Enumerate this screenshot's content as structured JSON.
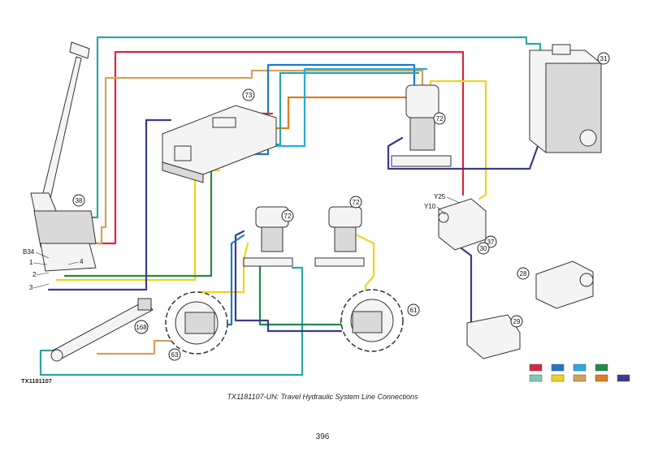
{
  "figure": {
    "id": "TX1181107",
    "caption": "TX1181107-UN: Travel Hydraulic System Line Connections",
    "page_number": "396"
  },
  "colors": {
    "red": "#d7263d",
    "blue": "#1e78c8",
    "light_blue": "#29a9e0",
    "green": "#1e8c45",
    "teal": "#7fc9b0",
    "yellow": "#f2d21b",
    "tan": "#d4a15a",
    "orange": "#e07b1e",
    "purple": "#3b3a8f",
    "dark_teal": "#2aa6a6"
  },
  "callouts": [
    {
      "id": "c31",
      "label": "31"
    },
    {
      "id": "c73",
      "label": "73"
    },
    {
      "id": "c72a",
      "label": "72"
    },
    {
      "id": "c38",
      "label": "38"
    },
    {
      "id": "c72b",
      "label": "72"
    },
    {
      "id": "c72c",
      "label": "72"
    },
    {
      "id": "c37",
      "label": "37"
    },
    {
      "id": "c30",
      "label": "30"
    },
    {
      "id": "c28",
      "label": "28"
    },
    {
      "id": "c29",
      "label": "29"
    },
    {
      "id": "c61",
      "label": "61"
    },
    {
      "id": "c63",
      "label": "63"
    },
    {
      "id": "c168",
      "label": "168"
    }
  ],
  "labels": {
    "b34": "B34",
    "n1": "1",
    "n2": "2",
    "n3": "3",
    "n4": "4",
    "y25": "Y25",
    "y10": "Y10"
  },
  "legend": {
    "row1": [
      "red",
      "blue",
      "light_blue",
      "green"
    ],
    "row2": [
      "teal",
      "yellow",
      "tan",
      "orange",
      "purple"
    ]
  }
}
